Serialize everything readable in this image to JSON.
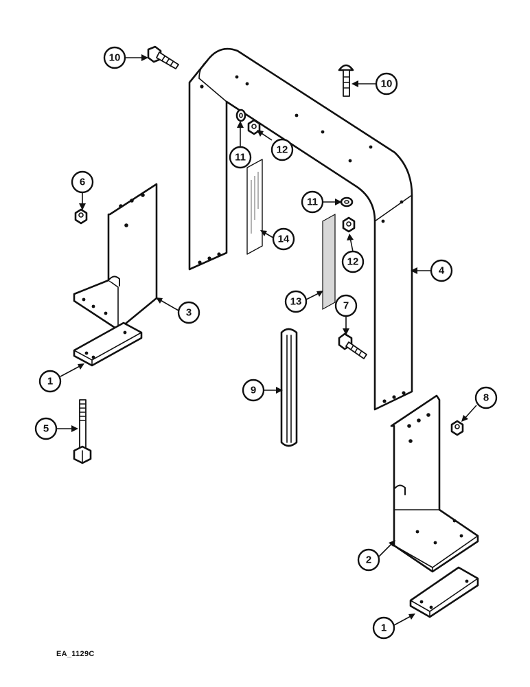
{
  "drawing_code": "EA_1129C",
  "callouts": [
    {
      "id": "c10a",
      "number": "10"
    },
    {
      "id": "c10b",
      "number": "10"
    },
    {
      "id": "c11a",
      "number": "11"
    },
    {
      "id": "c12a",
      "number": "12"
    },
    {
      "id": "c6",
      "number": "6"
    },
    {
      "id": "c11b",
      "number": "11"
    },
    {
      "id": "c14",
      "number": "14"
    },
    {
      "id": "c12b",
      "number": "12"
    },
    {
      "id": "c4",
      "number": "4"
    },
    {
      "id": "c3",
      "number": "3"
    },
    {
      "id": "c13",
      "number": "13"
    },
    {
      "id": "c7",
      "number": "7"
    },
    {
      "id": "c1a",
      "number": "1"
    },
    {
      "id": "c9",
      "number": "9"
    },
    {
      "id": "c8",
      "number": "8"
    },
    {
      "id": "c5",
      "number": "5"
    },
    {
      "id": "c2",
      "number": "2"
    },
    {
      "id": "c1b",
      "number": "1"
    }
  ]
}
